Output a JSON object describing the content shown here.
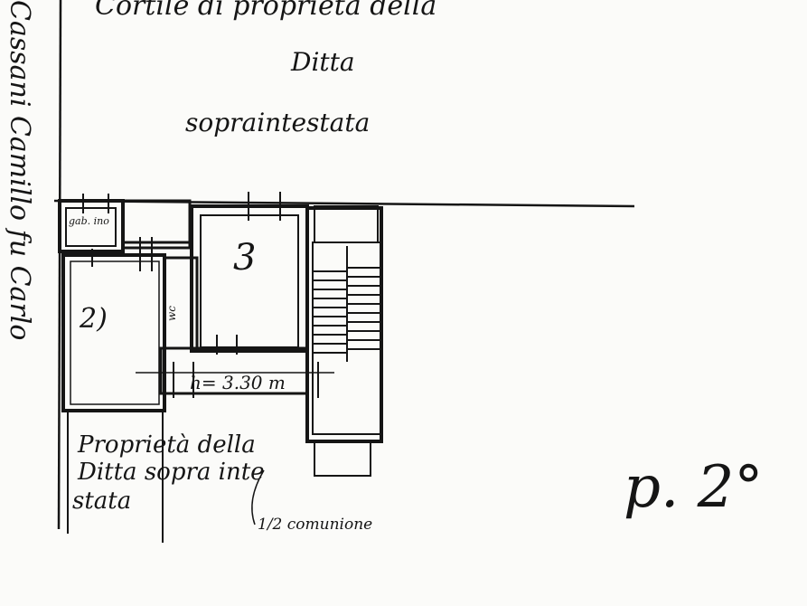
{
  "courtyard_label": {
    "line1": "Cortile di proprietà della",
    "line2": "Ditta",
    "line3": "sopraintestata"
  },
  "neighbor_left": "Cassani Camillo fu Carlo",
  "neighbor_bottom": {
    "line1": "Proprietà della",
    "line2": "Ditta sopra inte",
    "line3": "stata"
  },
  "rooms": {
    "room_3": "3",
    "room_2": "2)",
    "closet_a": "gab. ino",
    "closet_b": "wc"
  },
  "ceiling_height": "h= 3.30 m",
  "shared_wall_note": "1/2 comunione",
  "floor_label": "p. 2°",
  "colors": {
    "ink": "#151515",
    "paper": "#fbfbf9"
  }
}
